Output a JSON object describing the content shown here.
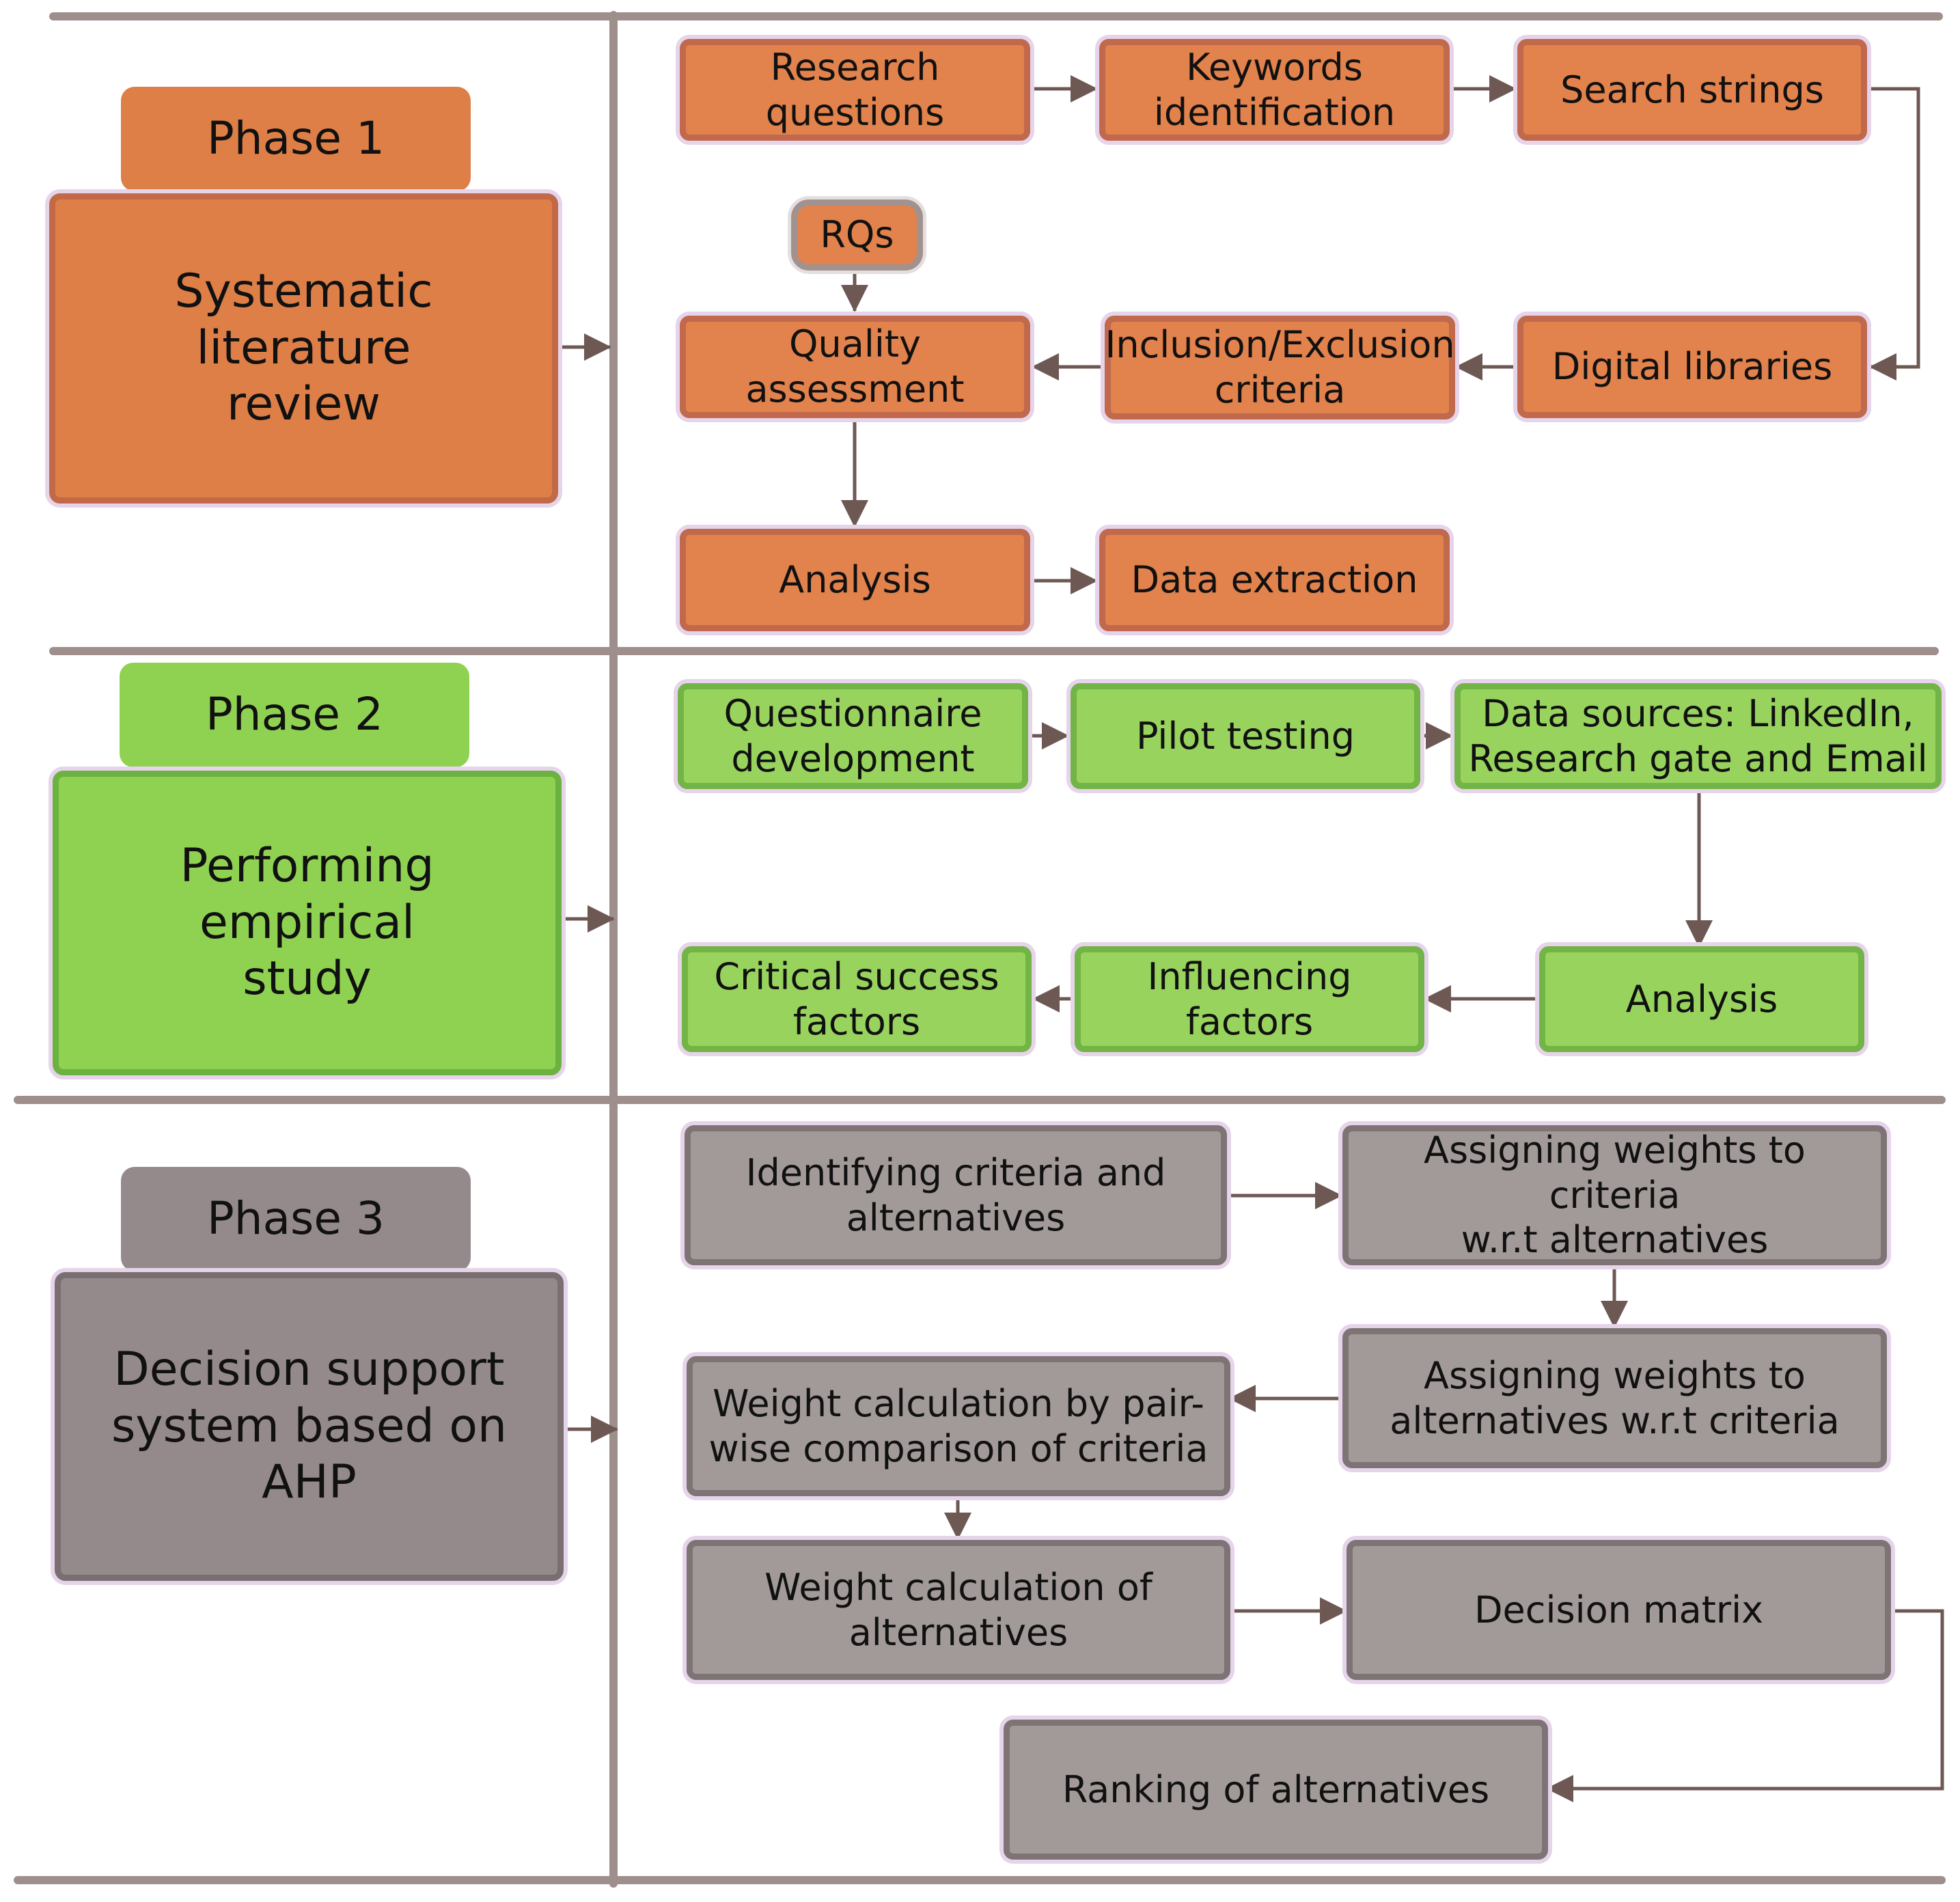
{
  "phases": [
    {
      "label": "Phase 1",
      "title": "Systematic literature\nreview"
    },
    {
      "label": "Phase 2",
      "title": "Performing empirical\nstudy"
    },
    {
      "label": "Phase 3",
      "title": "Decision support\nsystem based on AHP"
    }
  ],
  "phase1": {
    "research_questions": "Research questions",
    "keywords_identification": "Keywords\nidentification",
    "search_strings": "Search strings",
    "rqs": "RQs",
    "quality_assessment": "Quality assessment",
    "inclusion_exclusion": "Inclusion/Exclusion\ncriteria",
    "digital_libraries": "Digital libraries",
    "analysis": "Analysis",
    "data_extraction": "Data extraction"
  },
  "phase2": {
    "questionnaire_development": "Questionnaire\ndevelopment",
    "pilot_testing": "Pilot testing",
    "data_sources": "Data sources: LinkedIn,\nResearch gate and Email",
    "critical_success_factors": "Critical success\nfactors",
    "influencing_factors": "Influencing factors",
    "analysis": "Analysis"
  },
  "phase3": {
    "identifying_criteria": "Identifying criteria and\nalternatives",
    "weights_criteria": "Assigning weights to criteria\nw.r.t alternatives",
    "weights_alternatives": "Assigning weights to\nalternatives w.r.t criteria",
    "pairwise_calculation": "Weight calculation by pair-\nwise comparison of criteria",
    "alternatives_calculation": "Weight calculation of\nalternatives",
    "decision_matrix": "Decision matrix",
    "ranking": "Ranking of alternatives"
  },
  "colors": {
    "phase1": "#dd7f47",
    "phase2": "#8fd252",
    "phase3": "#958a8b",
    "connector": "#6e5853",
    "divider": "#9e8f8d"
  }
}
